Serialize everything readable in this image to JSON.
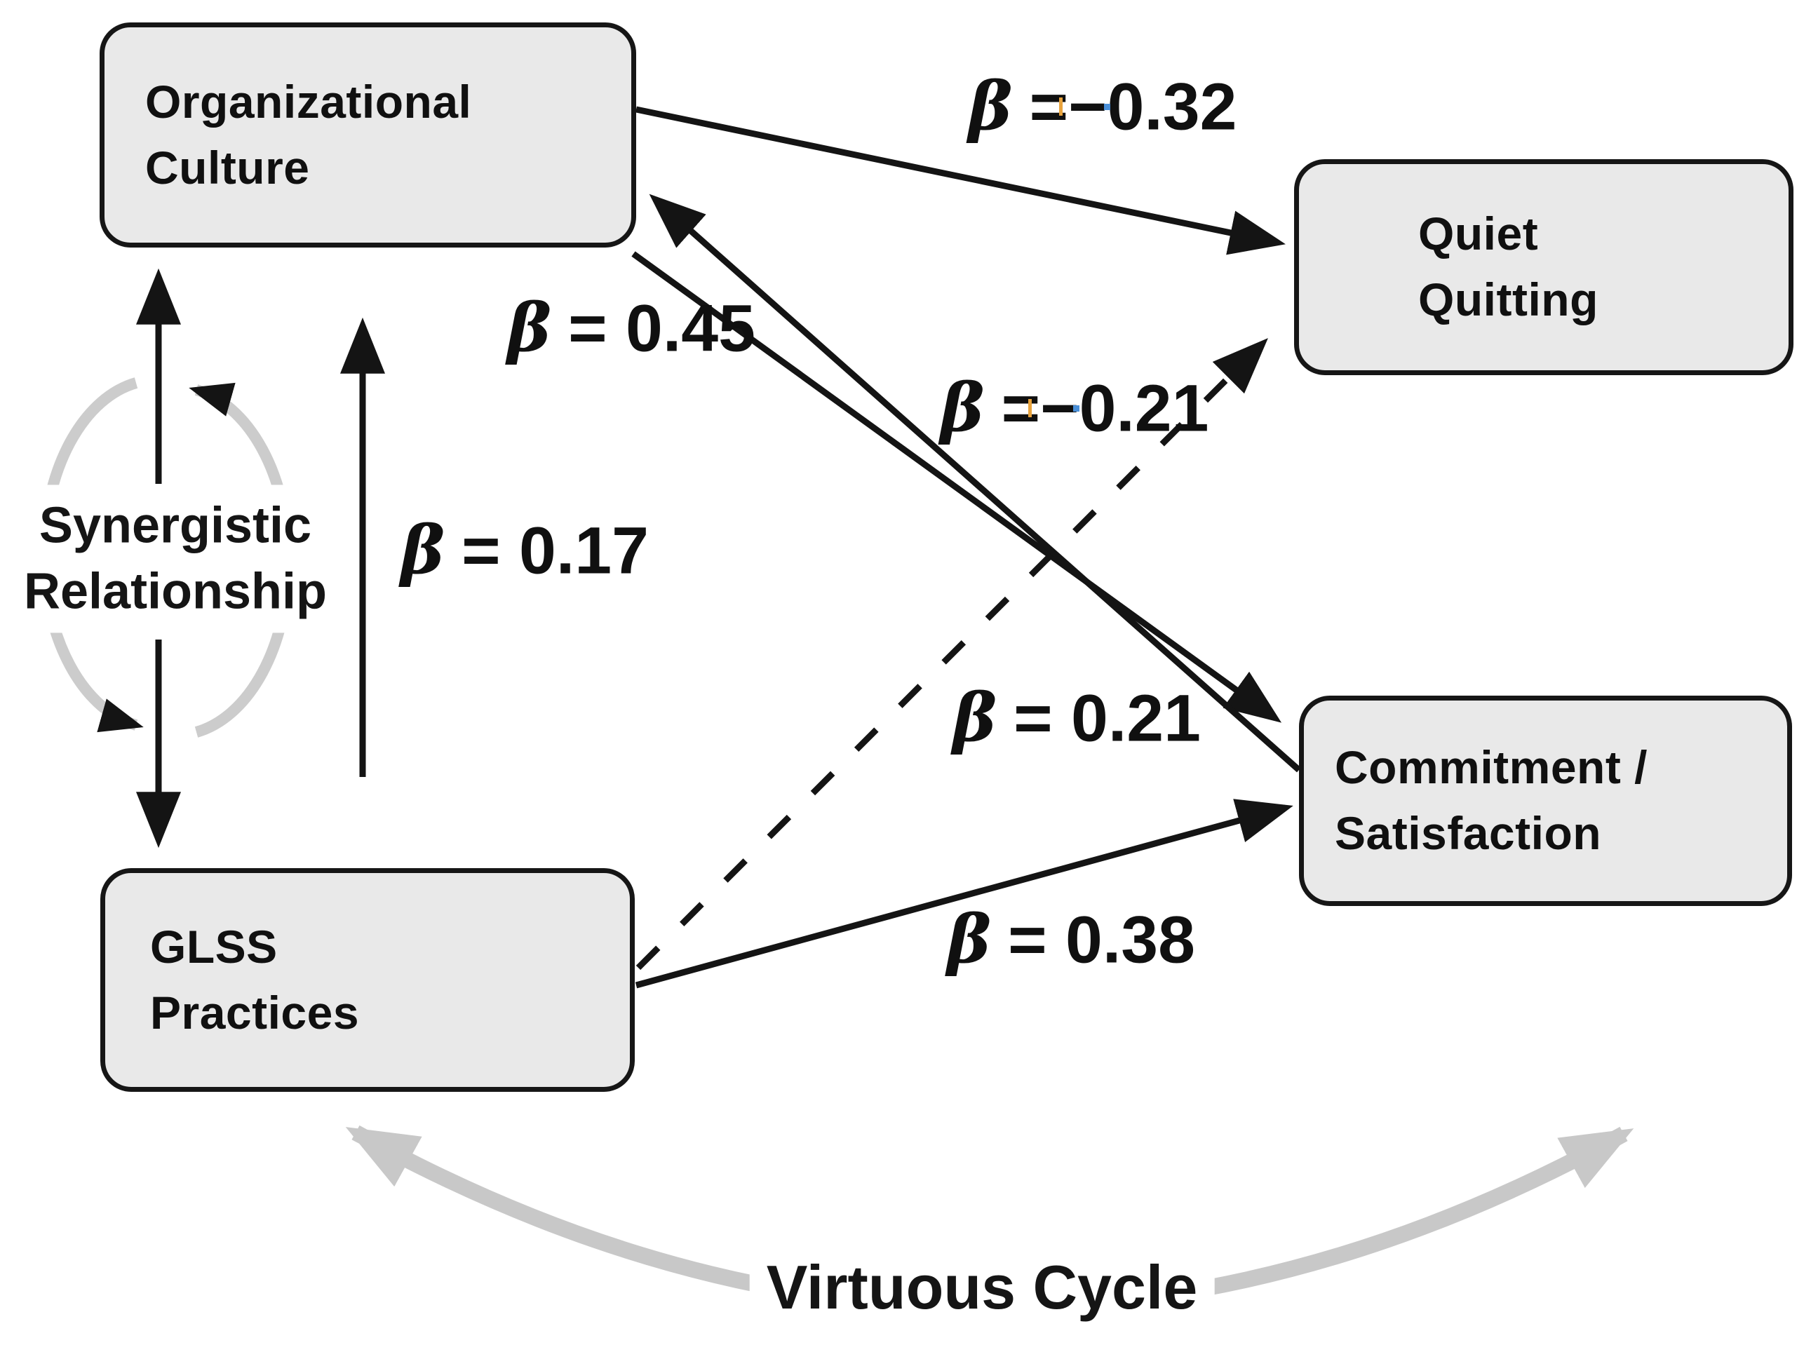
{
  "nodes": {
    "organizational_culture": {
      "line1": "Organizational",
      "line2": "Culture"
    },
    "quiet_quitting": {
      "line1": "Quiet",
      "line2": "Quitting"
    },
    "glss_practices": {
      "line1": "GLSS",
      "line2": "Practices"
    },
    "commitment_satisfaction": {
      "line1": "Commitment /",
      "line2": "Satisfaction"
    }
  },
  "edges": {
    "culture_to_quiet_quitting": {
      "beta": "β",
      "value": "=−0.32",
      "style": "solid"
    },
    "commitment_to_culture": {
      "beta": "β",
      "value": "= 0.45",
      "style": "solid"
    },
    "glss_to_quiet_quitting": {
      "beta": "β",
      "value": "=−0.21",
      "style": "dashed"
    },
    "glss_to_culture": {
      "beta": "β",
      "value": "= 0.17",
      "style": "solid"
    },
    "culture_to_commitment": {
      "beta": "β",
      "value": "= 0.21",
      "style": "solid"
    },
    "glss_to_commitment": {
      "beta": "β",
      "value": "= 0.38",
      "style": "solid"
    }
  },
  "annotations": {
    "synergistic_relationship": {
      "line1": "Synergistic",
      "line2": "Relationship"
    },
    "virtuous_cycle": "Virtuous Cycle"
  },
  "colors": {
    "node_fill": "#e9e9e9",
    "node_border": "#161616",
    "arrow_black": "#141414",
    "cycle_gray": "#c8c8c8"
  }
}
